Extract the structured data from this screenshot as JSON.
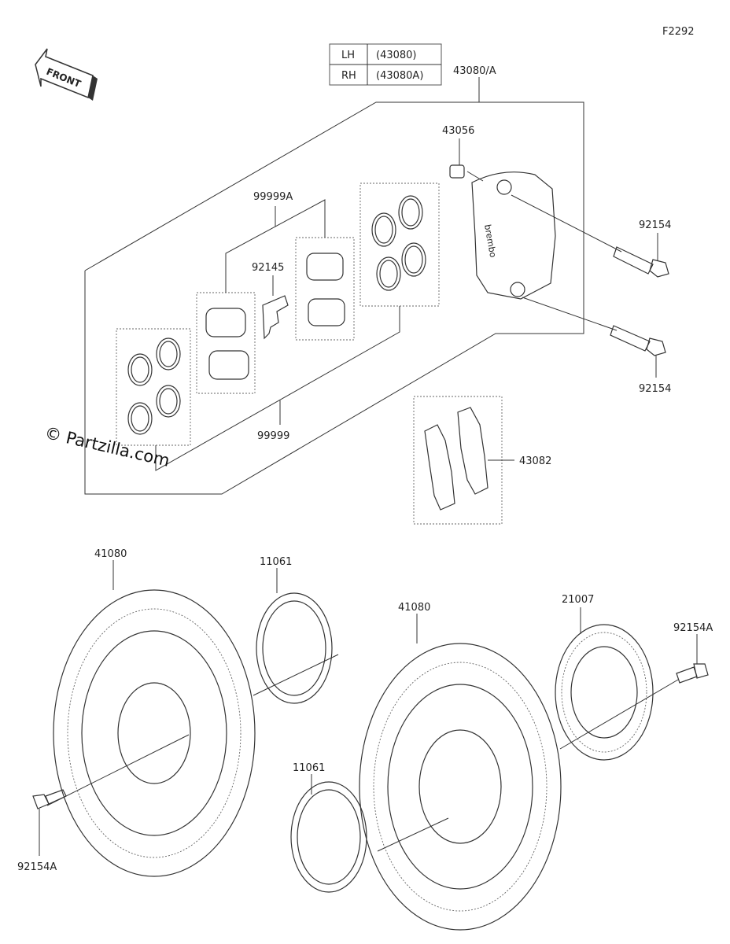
{
  "figure_code": "F2292",
  "watermark": "© Partzilla.com",
  "front_label": "FRONT",
  "side_table": {
    "rows": [
      {
        "side": "LH",
        "part": "(43080)"
      },
      {
        "side": "RH",
        "part": "(43080A)"
      }
    ]
  },
  "callouts": {
    "caliper_assy": "43080/A",
    "bleeder": "43056",
    "bolt_upper": "92154",
    "bolt_lower": "92154",
    "seal_kit_a": "99999A",
    "clip": "92145",
    "seal_kit": "99999",
    "pads": "43082",
    "disc_left": "41080",
    "spacer_upper": "11061",
    "disc_right": "41080",
    "spacer_lower": "11061",
    "sensor_rotor": "21007",
    "bolt_rotor": "92154A",
    "bolt_disc": "92154A"
  },
  "colors": {
    "line": "#333333",
    "background": "#ffffff"
  }
}
